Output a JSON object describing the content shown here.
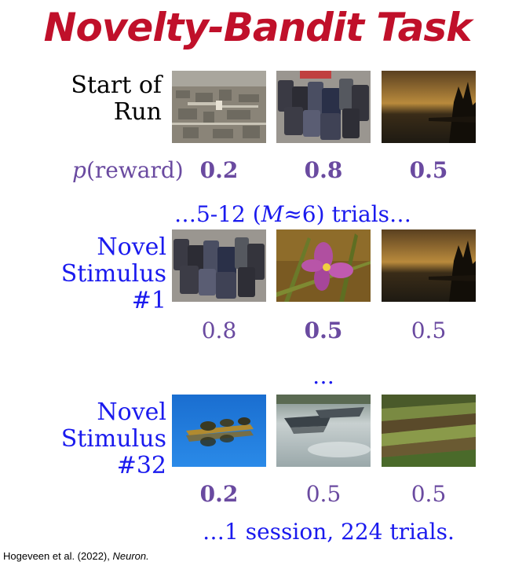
{
  "title": "Novelty-Bandit Task",
  "rows": [
    {
      "label_lines": [
        "Start of",
        "Run"
      ],
      "images": [
        "paris-aerial-photo",
        "luggage-photo",
        "sunset-lake-photo"
      ],
      "values": [
        "0.2",
        "0.8",
        "0.5"
      ],
      "bold": [
        true,
        true,
        true
      ]
    },
    {
      "label_lines": [
        "Novel",
        "Stimulus",
        "#1"
      ],
      "images": [
        "luggage-photo",
        "purple-flower-photo",
        "sunset-lake-photo"
      ],
      "values": [
        "0.8",
        "0.5",
        "0.5"
      ],
      "bold": [
        false,
        true,
        false
      ]
    },
    {
      "label_lines": [
        "Novel",
        "Stimulus",
        "#32"
      ],
      "images": [
        "turtles-on-log-photo",
        "rowboat-photo",
        "farm-field-photo"
      ],
      "values": [
        "0.2",
        "0.5",
        "0.5"
      ],
      "bold": [
        true,
        false,
        false
      ]
    }
  ],
  "p_reward": {
    "p": "p",
    "rest": "(reward)"
  },
  "between_1": "…5-12 (M≈6) trials…",
  "between_2": "…",
  "session_note": "…1 session, 224 trials.",
  "citation": {
    "authors": "Hogeveen et al. (2022), ",
    "journal": "Neuron."
  },
  "colors": {
    "title": "#c0102a",
    "blue": "#1a1aee",
    "purple": "#6a4aa0"
  }
}
